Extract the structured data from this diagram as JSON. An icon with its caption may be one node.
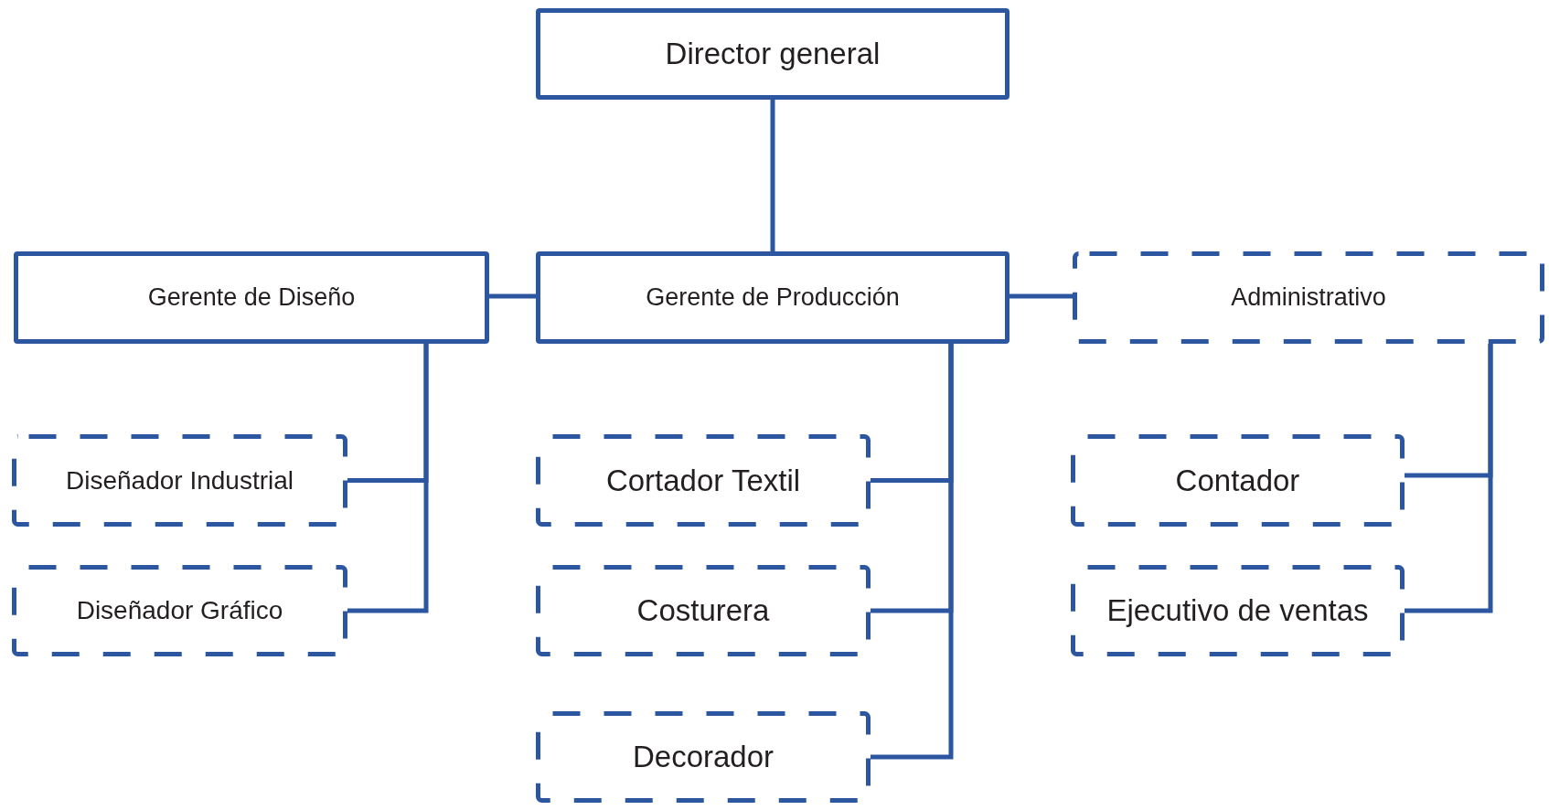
{
  "diagram": {
    "nodes": [
      {
        "text": [
          "Director general"
        ]
      },
      {
        "text": [
          "Gerente de Diseño"
        ]
      },
      {
        "text": [
          "Gerente de Producción"
        ]
      },
      {
        "text": [
          "Administrativo"
        ]
      },
      {
        "text": [
          "Diseñador Industrial"
        ]
      },
      {
        "text": [
          "Diseñador Gráfico"
        ]
      },
      {
        "text": [
          "Cortador Textil"
        ]
      },
      {
        "text": [
          "Costurera"
        ]
      },
      {
        "text": [
          "Decorador"
        ]
      },
      {
        "text": [
          "Contador"
        ]
      },
      {
        "text": [
          "Ejecutivo de ventas"
        ]
      }
    ],
    "edges": [
      {
        "from": 0,
        "to": 2,
        "arrow": "none"
      },
      {
        "from": 1,
        "to": 2,
        "arrow": "none"
      },
      {
        "from": 2,
        "to": 3,
        "arrow": "none"
      },
      {
        "from": 1,
        "to": 4,
        "arrow": "none"
      },
      {
        "from": 1,
        "to": 5,
        "arrow": "none"
      },
      {
        "from": 2,
        "to": 6,
        "arrow": "none"
      },
      {
        "from": 2,
        "to": 7,
        "arrow": "none"
      },
      {
        "from": 2,
        "to": 8,
        "arrow": "none"
      },
      {
        "from": 3,
        "to": 9,
        "arrow": "none"
      },
      {
        "from": 3,
        "to": 10,
        "arrow": "none"
      }
    ]
  }
}
